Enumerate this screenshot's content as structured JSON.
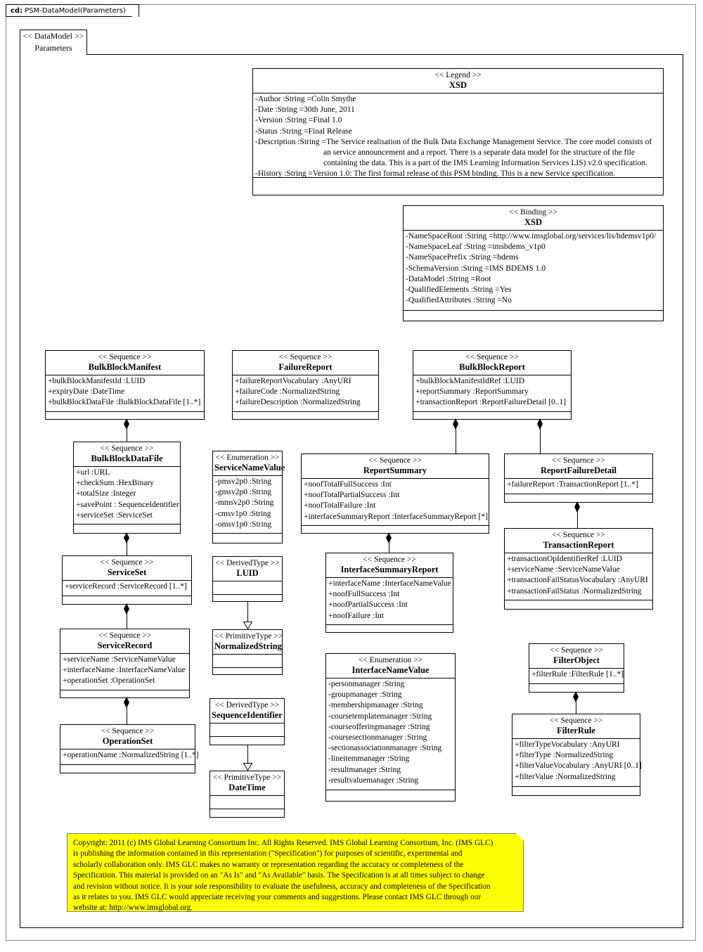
{
  "frame": {
    "kind_label": "cd:",
    "title": "PSM-DataModel(Parameters)"
  },
  "package": {
    "stereotype": "<< DataModel >>",
    "name": "Parameters"
  },
  "legend": {
    "stereotype": "<< Legend >>",
    "name": "XSD",
    "attributes": [
      "-Author :String =Colin Smythe",
      "-Date :String =30th June, 2011",
      "-Version :String =Final 1.0",
      "-Status :String =Final Release",
      "-Description :String =The Service realisation of the Bulk Data Exchange Management Service.  The core model consists of",
      "an service announcement and a report.  There is a separate data model for the structure of the file",
      "containing the data. This is a part of the IMS Learning Information Services LIS) v2.0 specification.",
      "-History :String =Version 1.0: The first formal release of this PSM binding.  This is a new Service specification."
    ]
  },
  "binding": {
    "stereotype": "<< Binding  >>",
    "name": "XSD",
    "attributes": [
      "-NameSpaceRoot :String =http://www.imsglobal.org/services/lis/bdemsv1p0/",
      "-NameSpaceLeaf :String =imsbdems_v1p0",
      "-NameSpacePrefix  :String =bdems",
      "-SchemaVersion  :String =IMS BDEMS 1.0",
      "-DataModel :String =Root",
      "-QualifiedElements   :String =Yes",
      "-QualifiedAttributes   :String =No"
    ]
  },
  "classes": {
    "bulkBlockManifest": {
      "stereotype": "<< Sequence >>",
      "name": "BulkBlockManifest",
      "attributes": [
        "+bulkBlockManifestId  :LUID",
        "+expiryDate :DateTime",
        "+bulkBlockDataFile  :BulkBlockDataFile  [1..*]"
      ]
    },
    "failureReport": {
      "stereotype": "<< Sequence >>",
      "name": "FailureReport",
      "attributes": [
        "+failureReportVocabulary  :AnyURI",
        "+failureCode :NormalizedString",
        "+failureDescription  :NormalizedString"
      ]
    },
    "bulkBlockReport": {
      "stereotype": "<< Sequence >>",
      "name": "BulkBlockReport",
      "attributes": [
        "+bulkBlockManifestIdRef  :LUID",
        "+reportSummary :ReportSummary",
        "+transactionReport :ReportFailureDetail  [0..1]"
      ]
    },
    "bulkBlockDataFile": {
      "stereotype": "<< Sequence >>",
      "name": "BulkBlockDataFile",
      "attributes": [
        "+url :URL",
        "+checkSum :HexBinary",
        "+totalSize :Integer",
        "+savePoint : SequenceIdentifier",
        "+serviceSet :ServiceSet"
      ]
    },
    "serviceNameValue": {
      "stereotype": "<< Enumeration  >>",
      "name": "ServiceNameValue",
      "attributes": [
        "-pmsv2p0 :String",
        "-gmsv2p0 :String",
        "-mmsv2p0 :String",
        "-cmsv1p0 :String",
        "-omsv1p0 :String"
      ]
    },
    "reportSummary": {
      "stereotype": "<< Sequence >>",
      "name": "ReportSummary",
      "attributes": [
        "+noofTotalFullSuccess  :Int",
        "+noofTotalPartialSuccess  :Int",
        "+noofTotalFailure  :Int",
        "+interfaceSummaryReport  :InterfaceSummaryReport  [*]"
      ]
    },
    "reportFailureDetail": {
      "stereotype": "<< Sequence >>",
      "name": "ReportFailureDetail",
      "attributes": [
        "+failureReport :TransactionReport [1..*]"
      ]
    },
    "serviceSet": {
      "stereotype": "<< Sequence >>",
      "name": "ServiceSet",
      "attributes": [
        "+serviceRecord :ServiceRecord [1..*]"
      ]
    },
    "luid": {
      "stereotype": "<< DerivedType  >>",
      "name": "LUID",
      "attributes": []
    },
    "interfaceSummaryReport": {
      "stereotype": "<< Sequence >>",
      "name": "InterfaceSummaryReport",
      "attributes": [
        "+interfaceName :InterfaceNameValue",
        "+noofFullSuccess  :Int",
        "+noofPartialSuccess  :Int",
        "+noofFailure  :Int"
      ]
    },
    "transactionReport": {
      "stereotype": "<< Sequence >>",
      "name": "TransactionReport",
      "attributes": [
        "+transactionOpIdentifierRef   :LUID",
        "+serviceName :ServiceNameValue",
        "+transactionFailStatusVocabulary   :AnyURI",
        "+transactionFailStatus  :NormalizedString"
      ]
    },
    "serviceRecord": {
      "stereotype": "<< Sequence >>",
      "name": "ServiceRecord",
      "attributes": [
        "+serviceName :ServiceNameValue",
        "+interfaceName :InterfaceNameValue",
        "+operationSet :OperationSet"
      ]
    },
    "normalizedString": {
      "stereotype": "<< PrimitiveType   >>",
      "name": "NormalizedString",
      "attributes": []
    },
    "interfaceNameValue": {
      "stereotype": "<< Enumeration  >>",
      "name": "InterfaceNameValue",
      "attributes": [
        "-personmanager :String",
        "-groupmanager :String",
        "-membershipmanager  :String",
        "-coursetemplatemanager  :String",
        "-courseofferingmanager   :String",
        "-coursesectionmanager  :String",
        "-sectionassociationmanager   :String",
        "-lineitemmanager  :String",
        "-resultmanager  :String",
        "-resultvaluemanager   :String"
      ]
    },
    "filterObject": {
      "stereotype": "<< Sequence >>",
      "name": "FilterObject",
      "attributes": [
        "+filterRule :FilterRule [1..*]"
      ]
    },
    "operationSet": {
      "stereotype": "<< Sequence >>",
      "name": "OperationSet",
      "attributes": [
        "+operationName :NormalizedString  [1..*]"
      ]
    },
    "sequenceIdentifier": {
      "stereotype": "<< DerivedType  >>",
      "name": "SequenceIdentifier",
      "attributes": []
    },
    "filterRule": {
      "stereotype": "<< Sequence >>",
      "name": "FilterRule",
      "attributes": [
        "+filterTypeVocabulary  :AnyURI",
        "+filterType :NormalizedString",
        "+filterValueVocabulary   :AnyURI [0..1]",
        "+filterValue :NormalizedString"
      ]
    },
    "dateTime": {
      "stereotype": "<< PrimitiveType   >>",
      "name": "DateTime",
      "attributes": []
    }
  },
  "copyright": {
    "lines": [
      "Copyright: 2011 (c) IMS Global Learning Consortium Inc.  All Rights Reserved.  IMS Global Learning Consortium, Inc. (IMS GLC)",
      "is publishing the information contained in this representation (\"Specification\") for purposes of scientific, experimental and",
      "scholarly collaboration only.  IMS GLC makes no warranty or representation regarding  the accuracy or completeness of the",
      "Specification.  This material is provided on an \"As Is\" and \"As Available\" basis.  The Specification is at all times subject to change",
      "and revision without notice.  It is your sole responsibility to evaluate the usefulness, accuracy and completeness of the Specification",
      "as it relates to you.  IMS GLC would appreciate receiving your comments and suggestions.  Please contact IMS GLC through our",
      "website at: http://www.imsglobal.org."
    ]
  },
  "colors": {
    "note_background": "#ffff00",
    "line": "#000000",
    "frame": "#888888"
  }
}
